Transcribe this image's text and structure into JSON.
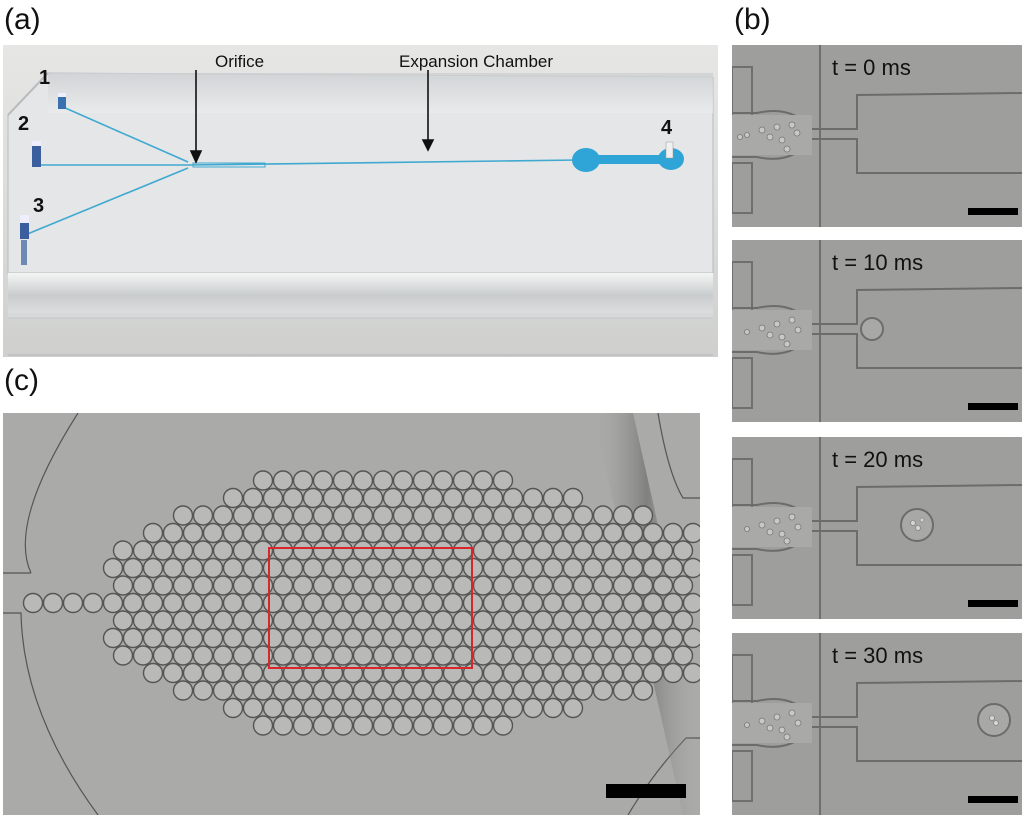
{
  "figure": {
    "panels": [
      {
        "id": "a",
        "label": "(a)",
        "description": "Photograph of microfluidic device with blue-dyed channels"
      },
      {
        "id": "b",
        "label": "(b)",
        "description": "Time-lapse micrographs of droplet generation at orifice"
      },
      {
        "id": "c",
        "label": "(c)",
        "description": "Micrograph of packed droplets in expansion chamber with red ROI box"
      }
    ]
  },
  "panel_a": {
    "label": "(a)",
    "annotations": {
      "orifice": "Orifice",
      "expansion_chamber": "Expansion Chamber"
    },
    "ports": [
      "1",
      "2",
      "3",
      "4"
    ],
    "channel_color": "#3fa9d0"
  },
  "panel_b": {
    "label": "(b)",
    "frames": [
      {
        "time_label": "t = 0 ms"
      },
      {
        "time_label": "t = 10 ms"
      },
      {
        "time_label": "t = 20 ms"
      },
      {
        "time_label": "t = 30 ms"
      }
    ]
  },
  "panel_c": {
    "label": "(c)",
    "roi_color": "#d8262b"
  }
}
